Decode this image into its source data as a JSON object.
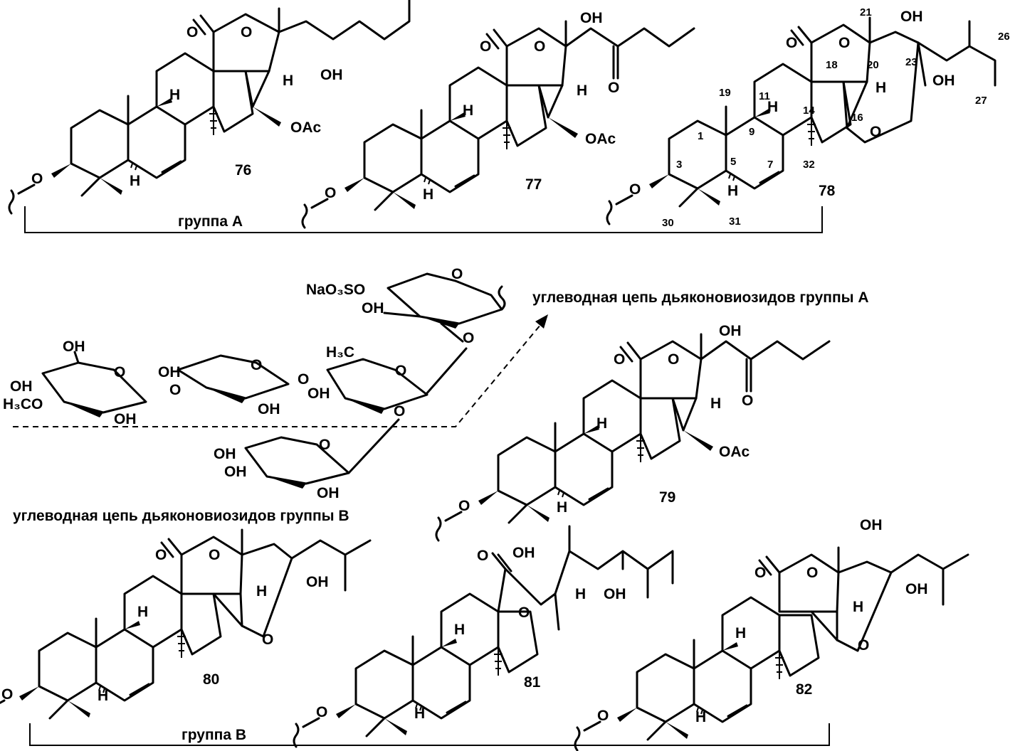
{
  "compounds": {
    "c76": "76",
    "c77": "77",
    "c78": "78",
    "c79": "79",
    "c80": "80",
    "c81": "81",
    "c82": "82"
  },
  "groups": {
    "group_a": "группа А",
    "group_b": "группа В"
  },
  "captions": {
    "chain_a": "углеводная цепь дьяконовиозидов группы А",
    "chain_b": "углеводная цепь дьяконовиозидов группы В"
  },
  "atoms": {
    "h": "H",
    "o": "O",
    "oh": "OH",
    "oac": "OAc",
    "naoso3": "NaO₃SO",
    "h3co": "H₃CO",
    "h3c": "H₃C"
  },
  "numbering": [
    "1",
    "3",
    "5",
    "7",
    "9",
    "11",
    "14",
    "16",
    "18",
    "19",
    "20",
    "21",
    "23",
    "26",
    "27",
    "30",
    "31",
    "32"
  ]
}
